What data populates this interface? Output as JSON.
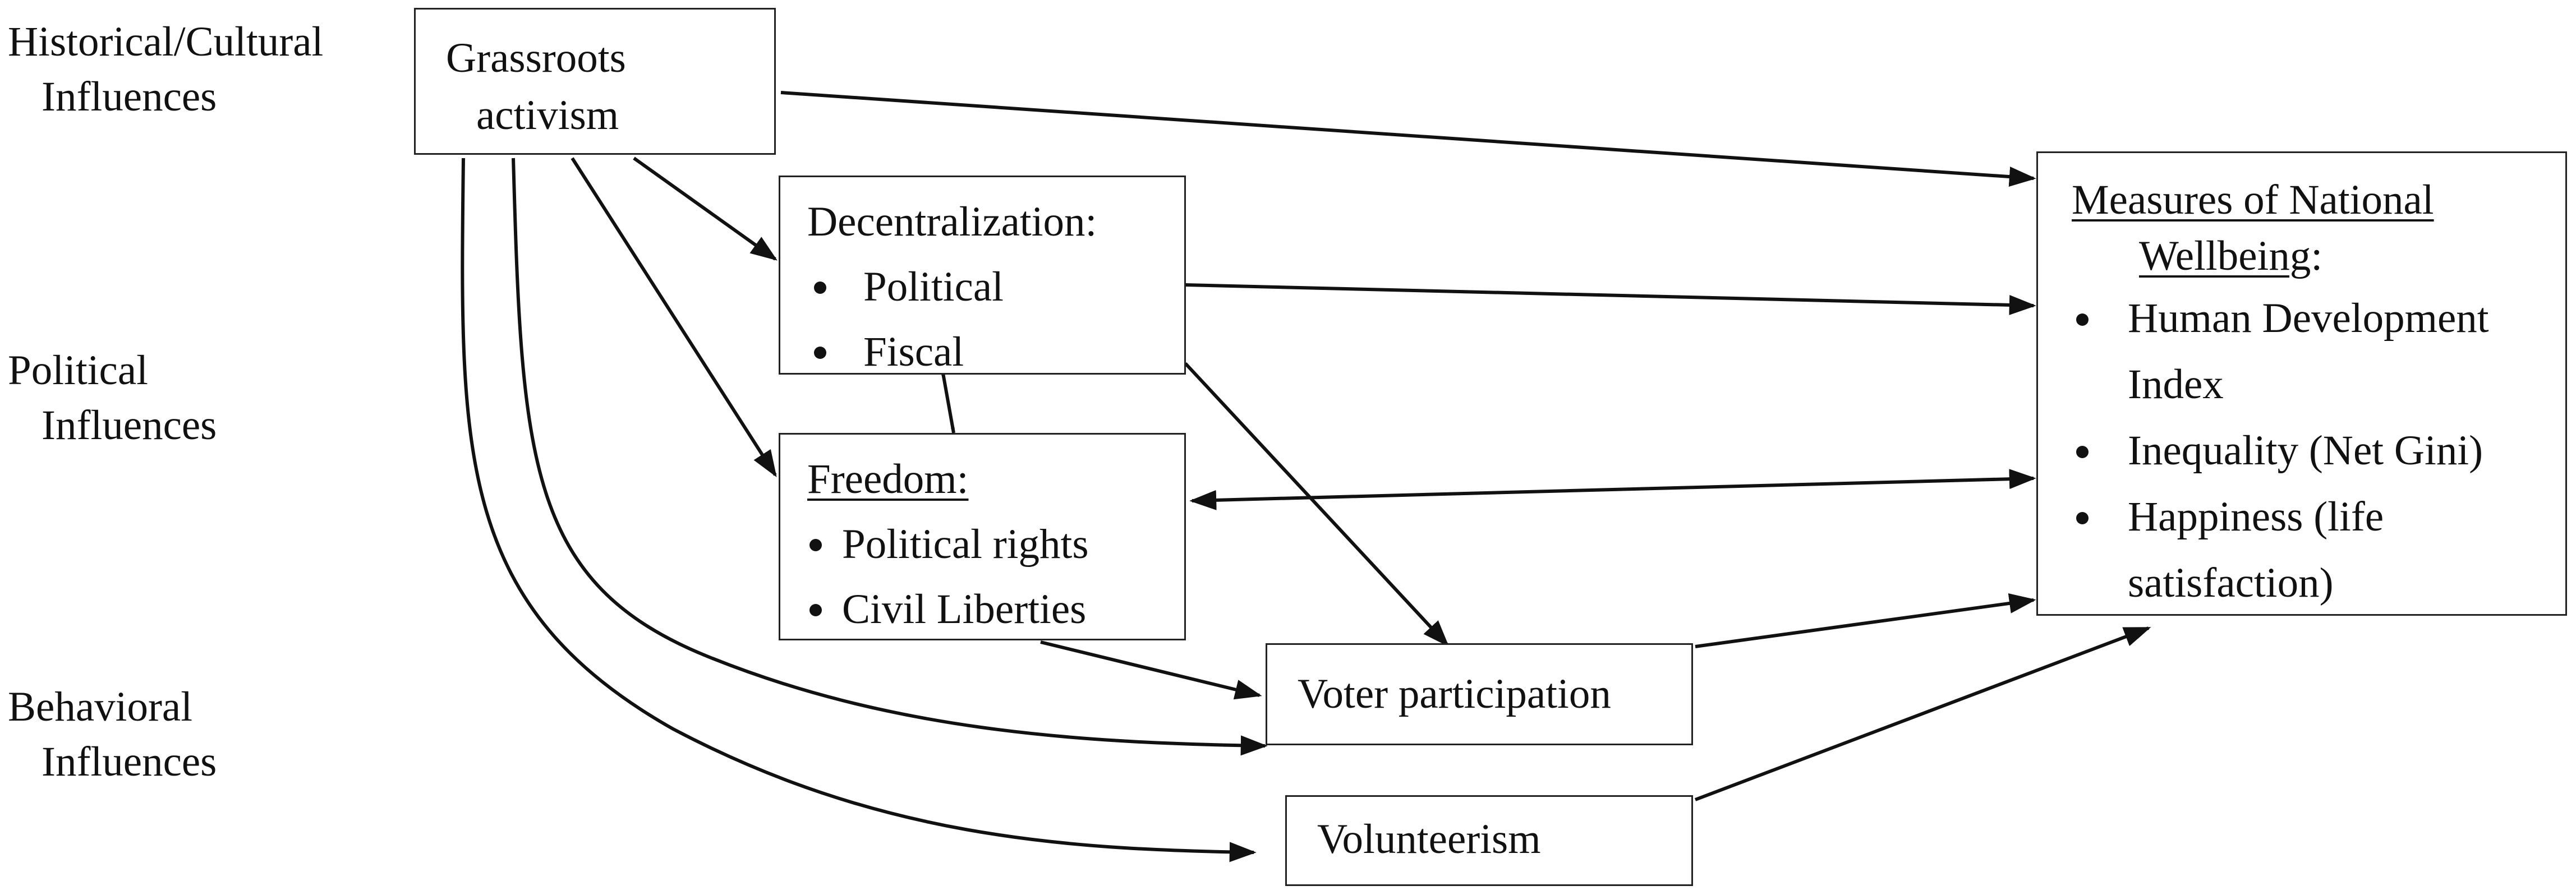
{
  "row_labels": {
    "historical": [
      "Historical/Cultural",
      "Influences"
    ],
    "political": [
      "Political",
      "Influences"
    ],
    "behavioral": [
      "Behavioral",
      "Influences"
    ]
  },
  "nodes": {
    "grassroots": {
      "lines": [
        "Grassroots",
        "activism"
      ]
    },
    "decentralization": {
      "title": "Decentralization:",
      "items": [
        "Political",
        "Fiscal"
      ]
    },
    "freedom": {
      "title": "Freedom:",
      "items": [
        "Political rights",
        "Civil Liberties"
      ]
    },
    "voter": {
      "label": "Voter participation"
    },
    "volunteerism": {
      "label": "Volunteerism"
    },
    "wellbeing": {
      "title_lines": [
        "Measures of National",
        "Wellbeing"
      ],
      "title_suffix": ":",
      "items": [
        {
          "lines": [
            "Human Development",
            "Index"
          ]
        },
        {
          "lines": [
            "Inequality (Net Gini)"
          ]
        },
        {
          "lines": [
            "Happiness (life",
            "satisfaction)"
          ]
        }
      ]
    }
  },
  "edges": [
    {
      "from": "grassroots",
      "to": "wellbeing",
      "style": "one-way"
    },
    {
      "from": "grassroots",
      "to": "decentralization",
      "style": "one-way"
    },
    {
      "from": "grassroots",
      "to": "freedom",
      "style": "one-way"
    },
    {
      "from": "grassroots",
      "to": "voter",
      "style": "one-way"
    },
    {
      "from": "grassroots",
      "to": "volunteerism",
      "style": "one-way"
    },
    {
      "from": "decentralization",
      "to": "wellbeing",
      "style": "one-way"
    },
    {
      "from": "decentralization",
      "to": "freedom",
      "style": "two-way"
    },
    {
      "from": "decentralization",
      "to": "voter",
      "style": "one-way"
    },
    {
      "from": "freedom",
      "to": "wellbeing",
      "style": "two-way"
    },
    {
      "from": "freedom",
      "to": "voter",
      "style": "one-way"
    },
    {
      "from": "voter",
      "to": "wellbeing",
      "style": "one-way"
    },
    {
      "from": "volunteerism",
      "to": "wellbeing",
      "style": "one-way"
    }
  ],
  "colors": {
    "stroke": "#111111",
    "box_border": "#222222",
    "background": "#ffffff"
  }
}
